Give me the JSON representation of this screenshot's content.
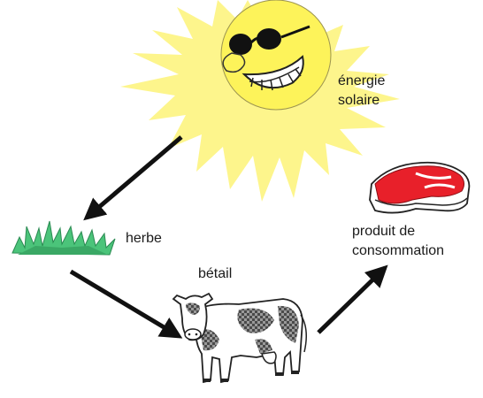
{
  "labels": {
    "sun_line1": "énergie",
    "sun_line2": "solaire",
    "grass": "herbe",
    "cattle": "bétail",
    "product_line1": "produit de",
    "product_line2": "consommation"
  },
  "colors": {
    "sun_rays": "#fdf58c",
    "sun_face": "#fdf35a",
    "grass": "#4bc47a",
    "meat": "#e8202a",
    "arrow": "#111111"
  },
  "icons": [
    "sun-icon",
    "sunglasses-icon",
    "grass-icon",
    "cow-icon",
    "steak-icon",
    "arrow-icon"
  ]
}
